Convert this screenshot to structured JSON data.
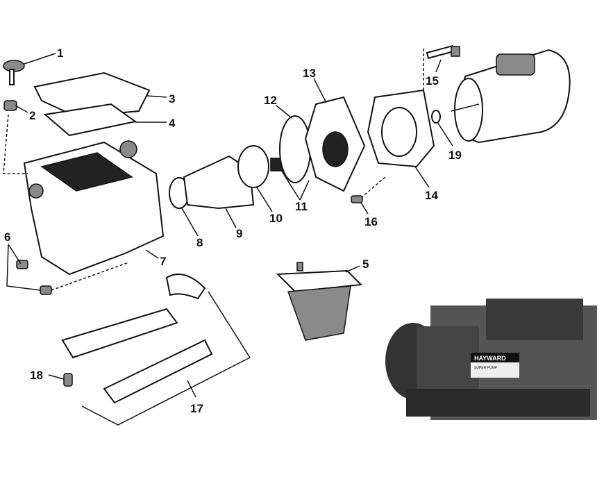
{
  "callouts": [
    {
      "id": "1",
      "text": "1"
    },
    {
      "id": "2",
      "text": "2"
    },
    {
      "id": "3",
      "text": "3"
    },
    {
      "id": "4",
      "text": "4"
    },
    {
      "id": "5",
      "text": "5"
    },
    {
      "id": "6",
      "text": "6"
    },
    {
      "id": "7",
      "text": "7"
    },
    {
      "id": "8",
      "text": "8"
    },
    {
      "id": "9",
      "text": "9"
    },
    {
      "id": "10",
      "text": "10"
    },
    {
      "id": "11",
      "text": "11"
    },
    {
      "id": "12",
      "text": "12"
    },
    {
      "id": "13",
      "text": "13"
    },
    {
      "id": "14",
      "text": "14"
    },
    {
      "id": "15",
      "text": "15"
    },
    {
      "id": "16",
      "text": "16"
    },
    {
      "id": "17",
      "text": "17"
    },
    {
      "id": "18",
      "text": "18"
    },
    {
      "id": "19",
      "text": "19"
    }
  ],
  "pump_photo": {
    "brand": "HAYWARD",
    "model": "SUPER PUMP"
  }
}
